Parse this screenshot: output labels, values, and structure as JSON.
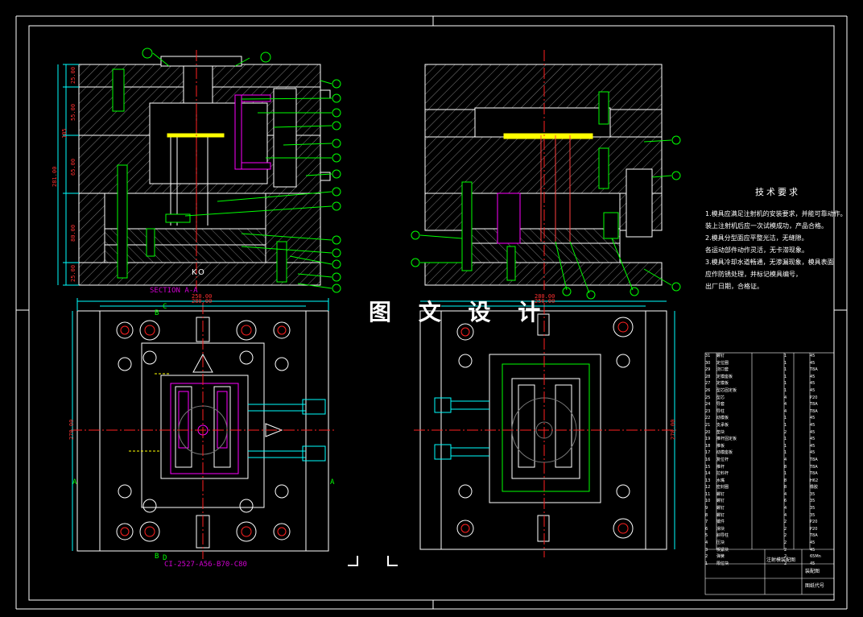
{
  "watermark": "图 文 设 计",
  "tech_requirements": {
    "title": "技术要求",
    "lines": [
      "1.模具应满足注射机的安装要求，并能可靠动作。",
      "装上注射机后应一次试模成功，产品合格。",
      "2.模具分型面应平整光洁，无缝隙。",
      "各运动部件动作灵活，无卡滞现象。",
      "3.模具冷却水道畅通，无渗漏现象，模具表面",
      "应作防锈处理，并标记模具编号，",
      "出厂日期，合格证。"
    ]
  },
  "section_label": "SECTION A-A",
  "ko_label": "KO",
  "mold_base_label": "CI-2527-A56-B70-C80",
  "dimensions": {
    "left_width": "250.00",
    "left_width2": "280.00",
    "right_width": "280.00",
    "right_width2": "250.00",
    "plan_height_left": "270.00",
    "plan_height_right": "270.00",
    "overall_height": "281.00",
    "stack": [
      "25.00",
      "55.00",
      "105",
      "65.00",
      "80.00",
      "25.00"
    ]
  },
  "section_marks": [
    "A",
    "A",
    "B",
    "B",
    "C",
    "D"
  ],
  "bom": {
    "rows": [
      [
        "31",
        "螺钉",
        "",
        "1",
        "",
        "45"
      ],
      [
        "30",
        "定位圈",
        "",
        "1",
        "",
        "45"
      ],
      [
        "29",
        "浇口套",
        "",
        "1",
        "",
        "T8A"
      ],
      [
        "28",
        "定模座板",
        "",
        "1",
        "",
        "45"
      ],
      [
        "27",
        "定模板",
        "",
        "1",
        "",
        "45"
      ],
      [
        "26",
        "型芯固定板",
        "",
        "1",
        "",
        "45"
      ],
      [
        "25",
        "型芯",
        "",
        "4",
        "",
        "P20"
      ],
      [
        "24",
        "导套",
        "",
        "4",
        "",
        "T8A"
      ],
      [
        "23",
        "导柱",
        "",
        "4",
        "",
        "T8A"
      ],
      [
        "22",
        "动模板",
        "",
        "1",
        "",
        "45"
      ],
      [
        "21",
        "支承板",
        "",
        "1",
        "",
        "45"
      ],
      [
        "20",
        "垫块",
        "",
        "2",
        "",
        "45"
      ],
      [
        "19",
        "推杆固定板",
        "",
        "1",
        "",
        "45"
      ],
      [
        "18",
        "推板",
        "",
        "1",
        "",
        "45"
      ],
      [
        "17",
        "动模座板",
        "",
        "1",
        "",
        "45"
      ],
      [
        "16",
        "复位杆",
        "",
        "4",
        "",
        "T8A"
      ],
      [
        "15",
        "推杆",
        "",
        "8",
        "",
        "T8A"
      ],
      [
        "14",
        "拉料杆",
        "",
        "1",
        "",
        "T8A"
      ],
      [
        "13",
        "水嘴",
        "",
        "8",
        "",
        "H62"
      ],
      [
        "12",
        "密封圈",
        "",
        "8",
        "",
        "橡胶"
      ],
      [
        "11",
        "螺钉",
        "",
        "4",
        "",
        "35"
      ],
      [
        "10",
        "螺钉",
        "",
        "6",
        "",
        "35"
      ],
      [
        "9",
        "螺钉",
        "",
        "4",
        "",
        "35"
      ],
      [
        "8",
        "螺钉",
        "",
        "4",
        "",
        "35"
      ],
      [
        "7",
        "镶件",
        "",
        "2",
        "",
        "P20"
      ],
      [
        "6",
        "滑块",
        "",
        "2",
        "",
        "P20"
      ],
      [
        "5",
        "斜导柱",
        "",
        "2",
        "",
        "T8A"
      ],
      [
        "4",
        "压块",
        "",
        "2",
        "",
        "45"
      ],
      [
        "3",
        "楔紧块",
        "",
        "2",
        "",
        "45"
      ],
      [
        "2",
        "弹簧",
        "",
        "2",
        "",
        "65Mn"
      ],
      [
        "1",
        "限位块",
        "",
        "2",
        "",
        "45"
      ]
    ],
    "title_cells": [
      "注射模装配图",
      "装配图",
      "图纸代号"
    ]
  },
  "colors": {
    "line": "#ffffff",
    "hatch": "#c8c8c8",
    "center": "#ff2020",
    "dim": "#00ffff",
    "leader": "#00ff00",
    "cyan": "#00c8ff",
    "magenta": "#ff00ff",
    "yellow": "#ffff00",
    "blue": "#4060ff"
  }
}
